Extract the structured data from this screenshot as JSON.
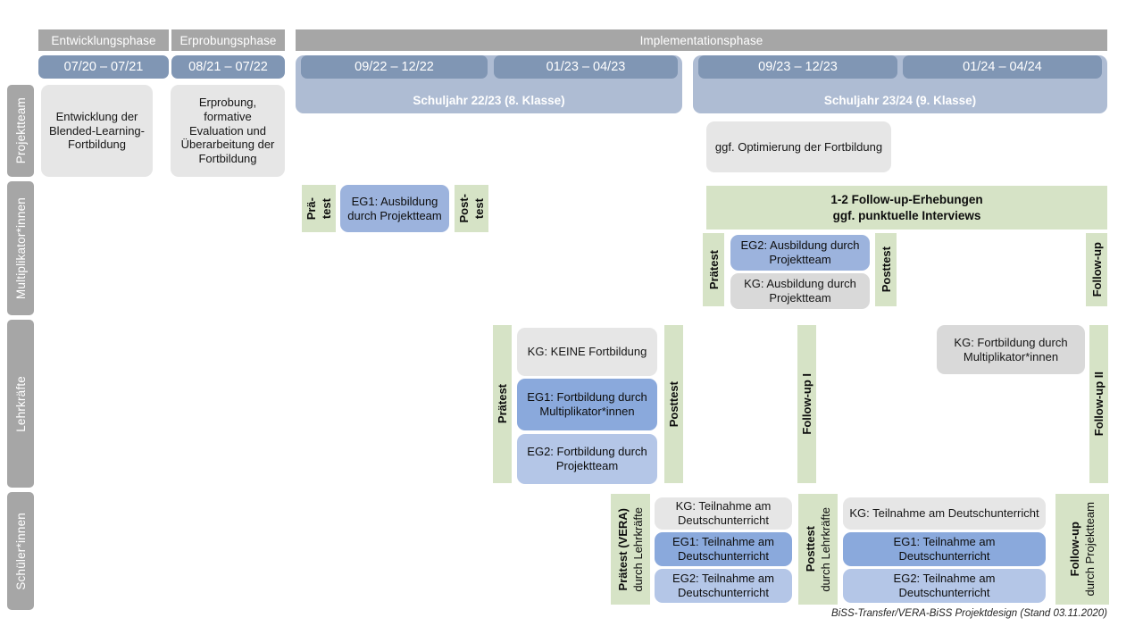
{
  "title": "BiSS-Transfer/VERA-BiSS Projektdesign",
  "footer": "BiSS-Transfer/VERA-BiSS Projektdesign (Stand 03.11.2020)",
  "colors": {
    "phase_grey": "#a6a6a6",
    "date_blue": "#8096b4",
    "year_blue": "#aebcd3",
    "box_grey": "#e6e6e6",
    "eg1_blue": "#8aa9dc",
    "eg2_blue": "#b4c6e7",
    "green": "#d6e3c6"
  },
  "phases": [
    {
      "label": "Entwicklungsphase"
    },
    {
      "label": "Erprobungsphase"
    },
    {
      "label": "Implementationsphase"
    }
  ],
  "periods": [
    {
      "label": "07/20 – 07/21"
    },
    {
      "label": "08/21 – 07/22"
    },
    {
      "label": "09/22 – 12/22"
    },
    {
      "label": "01/23 – 04/23"
    },
    {
      "label": "09/23 – 12/23"
    },
    {
      "label": "01/24 – 04/24"
    }
  ],
  "school_years": [
    {
      "label": "Schuljahr 22/23 (8. Klasse)"
    },
    {
      "label": "Schuljahr 23/24 (9. Klasse)"
    }
  ],
  "roles": [
    {
      "label": "Projektteam"
    },
    {
      "label": "Multiplikator*innen"
    },
    {
      "label": "Lehrkräfte"
    },
    {
      "label": "Schüler*innen"
    }
  ],
  "projektteam": {
    "entwicklung": "Entwicklung der Blended-Learning-Fortbildung",
    "erprobung": "Erprobung, formative Evaluation und Überarbeitung der Fortbildung",
    "optimierung": "ggf. Optimierung der Fortbildung"
  },
  "multiplikatoren": {
    "praetest_line1": "Prä-",
    "praetest_line2": "test",
    "posttest_line1": "Post-",
    "posttest_line2": "test",
    "eg1": "EG1: Ausbildung durch Projektteam",
    "followup_banner": "1-2 Follow-up-Erhebungen\nggf. punktuelle Interviews",
    "followup_banner_l1": "1-2 Follow-up-Erhebungen",
    "followup_banner_l2": "ggf. punktuelle Interviews",
    "praetest2": "Prätest",
    "posttest2": "Posttest",
    "followup": "Follow-up",
    "eg2": "EG2: Ausbildung durch Projektteam",
    "kg": "KG: Ausbildung durch Projektteam"
  },
  "lehrkraefte": {
    "praetest": "Prätest",
    "posttest": "Posttest",
    "followup1": "Follow-up I",
    "followup2": "Follow-up II",
    "kg_keine": "KG:  KEINE Fortbildung",
    "eg1": "EG1: Fortbildung durch Multiplikator*innen",
    "eg2": "EG2: Fortbildung durch Projektteam",
    "kg_fortbildung": "KG: Fortbildung durch Multiplikator*innen"
  },
  "schueler": {
    "praetest_bold": "Prätest (VERA)",
    "praetest_reg": "durch Lehrkräfte",
    "posttest_bold": "Posttest",
    "posttest_reg": "durch Lehrkräfte",
    "followup_bold": "Follow-up",
    "followup_reg": "durch Projektteam",
    "left": [
      {
        "label": "KG: Teilnahme am Deutschunterricht",
        "style": "grey"
      },
      {
        "label": "EG1: Teilnahme am Deutschunterricht",
        "style": "eg1"
      },
      {
        "label": "EG2: Teilnahme am Deutschunterricht",
        "style": "eg2"
      }
    ],
    "right": [
      {
        "label": "KG: Teilnahme am Deutschunterricht",
        "style": "grey"
      },
      {
        "label": "EG1: Teilnahme am Deutschunterricht",
        "style": "eg1"
      },
      {
        "label": "EG2: Teilnahme am Deutschunterricht",
        "style": "eg2"
      }
    ]
  }
}
